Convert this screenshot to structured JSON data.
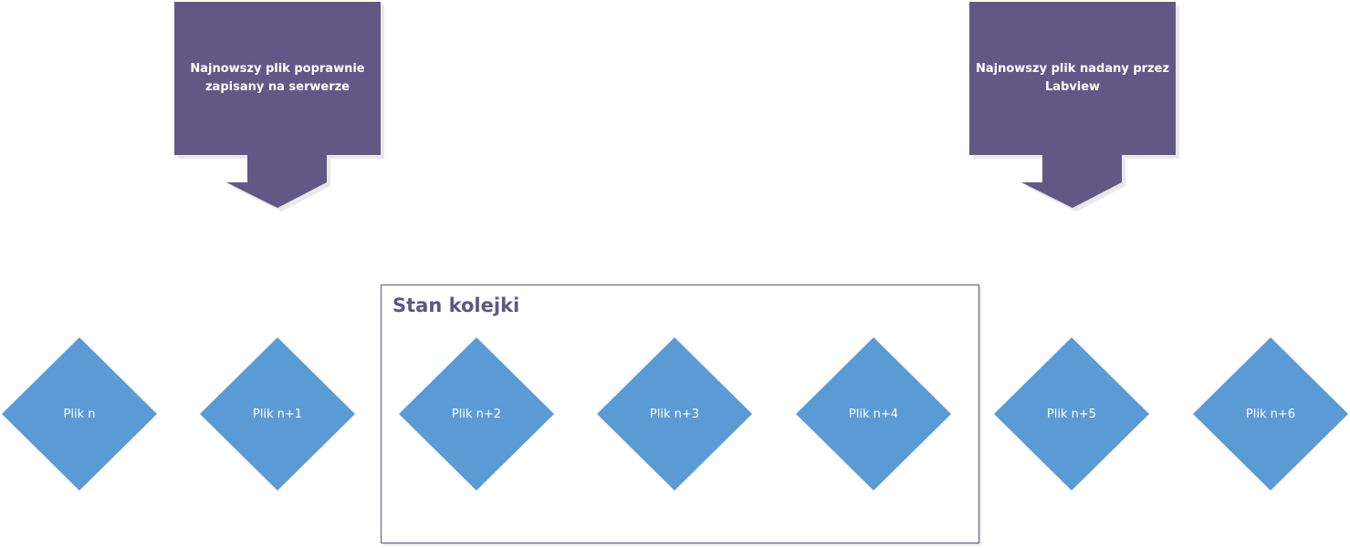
{
  "callouts": [
    {
      "text": "Najnowszy plik poprawnie zapisany na serwerze"
    },
    {
      "text": "Najnowszy plik nadany przez Labview"
    }
  ],
  "queue": {
    "title": "Stan kolejki"
  },
  "files": [
    {
      "label": "Plik n"
    },
    {
      "label": "Plik n+1"
    },
    {
      "label": "Plik n+2"
    },
    {
      "label": "Plik n+3"
    },
    {
      "label": "Plik n+4"
    },
    {
      "label": "Plik n+5"
    },
    {
      "label": "Plik n+6"
    }
  ],
  "colors": {
    "callout_fill": "#615886",
    "diamond_fill": "#5b9bd5",
    "queue_border": "#5f5586",
    "title_text": "#5f5586"
  }
}
